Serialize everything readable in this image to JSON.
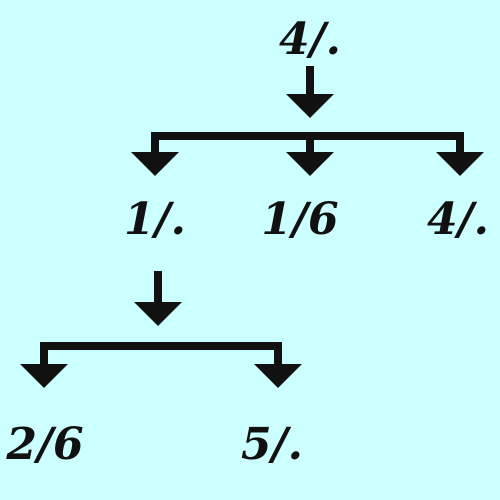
{
  "diagram": {
    "colors": {
      "background": "#ccffff",
      "ink": "#111111"
    },
    "nodes": {
      "root": "4/.",
      "child_1": "1/.",
      "child_2": "1/6",
      "child_3": "4/.",
      "grandchild_1": "2/6",
      "grandchild_2": "5/."
    }
  }
}
